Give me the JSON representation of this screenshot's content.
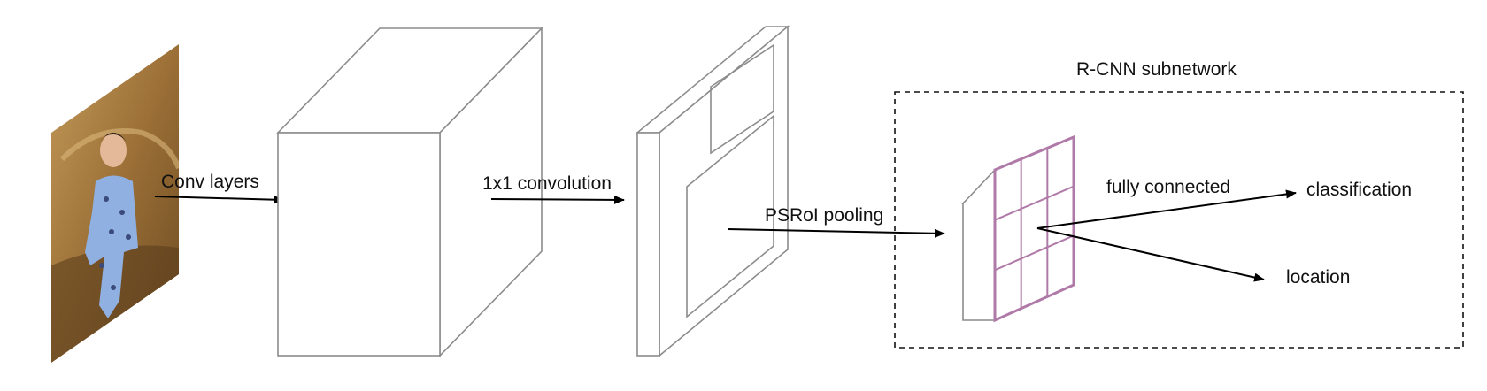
{
  "labels": {
    "conv_layers": "Conv layers",
    "conv1x1": "1x1 convolution",
    "psroi": "PSRoI pooling",
    "subnet_title": "R-CNN subnetwork",
    "fully_connected": "fully connected",
    "classification": "classification",
    "location": "location"
  },
  "input_image": {
    "description": "photo-icon"
  },
  "grid": {
    "rows": 3,
    "cols": 3
  },
  "colors": {
    "grid": "#b07aa8",
    "outline": "#8c8c8c",
    "photo_bg": "#a0763e",
    "baby_suit": "#8fb0e0"
  }
}
